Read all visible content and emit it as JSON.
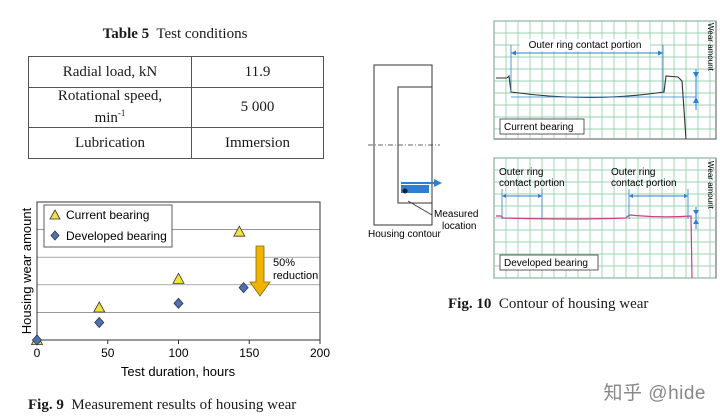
{
  "table5": {
    "label": "Table 5",
    "title": "Test conditions",
    "rows": [
      {
        "param": "Radial load, kN",
        "value": "11.9"
      },
      {
        "param_line1": "Rotational speed,",
        "param_line2": "min",
        "param_sup": "-1",
        "value": "5 000"
      },
      {
        "param": "Lubrication",
        "value": "Immersion"
      }
    ]
  },
  "fig9": {
    "label": "Fig. 9",
    "caption": "Measurement results of housing wear",
    "chart_data": {
      "type": "scatter",
      "xlabel": "Test duration, hours",
      "ylabel": "Housing wear amount",
      "xlim": [
        0,
        200
      ],
      "xticks": [
        "0",
        "50",
        "100",
        "150",
        "200"
      ],
      "grid": "horizontal",
      "legend_position": "top-left",
      "series": [
        {
          "name": "Current bearing",
          "marker": "triangle",
          "color": "#f2e23a",
          "x": [
            0,
            44,
            100,
            143
          ],
          "y": [
            0,
            0.93,
            1.75,
            3.1
          ]
        },
        {
          "name": "Developed bearing",
          "marker": "diamond",
          "color": "#4a72b8",
          "x": [
            0,
            44,
            100,
            146
          ],
          "y": [
            0,
            0.5,
            1.05,
            1.5
          ]
        }
      ],
      "ymax": 3.95,
      "annotation": {
        "line1": "50%",
        "line2": "reduction",
        "arrow_color": "#f0b400"
      }
    }
  },
  "fig10": {
    "label": "Fig. 10",
    "caption": "Contour of housing wear",
    "housing_label": "Housing contour",
    "measured_line1": "Measured",
    "measured_line2": "location",
    "top_panel": {
      "title": "Current bearing",
      "span_label": "Outer ring contact portion",
      "wear_label": "Wear amount"
    },
    "bottom_panel": {
      "title": "Developed bearing",
      "span1_line1": "Outer ring",
      "span1_line2": "contact portion",
      "span2_line1": "Outer ring",
      "span2_line2": "contact portion",
      "wear_label": "Wear amount"
    }
  },
  "watermark": "知乎 @hide",
  "colors": {
    "grid_green": "#7fc49a",
    "trace_dark": "#333333",
    "trace_pink": "#d23a8a",
    "arrow_blue": "#2f7fd0",
    "orange_arrow": "#f0b400"
  }
}
